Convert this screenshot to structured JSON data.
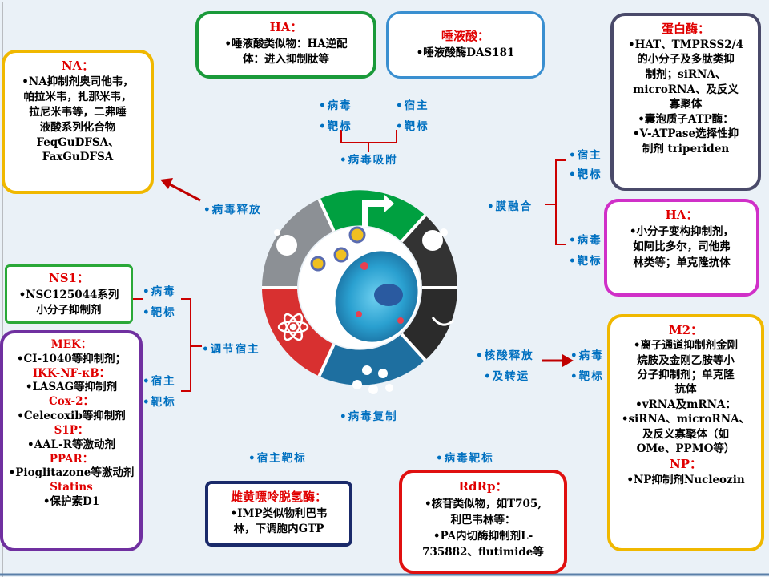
{
  "top": {
    "ha": {
      "title": "HA：",
      "lines": [
        "•唾液酸类似物：HA逆配",
        "体：进入抑制肽等"
      ]
    },
    "sialic": {
      "title": "唾液酸：",
      "lines": [
        "•唾液酸酶DAS181"
      ]
    }
  },
  "protease": {
    "title": "蛋白酶：",
    "lines": [
      "•HAT、TMPRSS2/4",
      "的小分子及多肽类抑",
      "制剂；siRNA、",
      "microRNA、及反义",
      "寡聚体",
      "•囊泡质子ATP酶：",
      "•V-ATPase选择性抑",
      "制剂 triperiden"
    ]
  },
  "ha_right": {
    "title": "HA：",
    "lines": [
      "•小分子变构抑制剂，",
      "如阿比多尔，司他弗",
      "林类等；单克隆抗体"
    ]
  },
  "na": {
    "title": "NA：",
    "lines": [
      "•NA抑制剂奥司他韦，",
      "帕拉米韦，扎那米韦，",
      "拉尼米韦等，二弗唾",
      "液酸系列化合物",
      "FeqGuDFSA、",
      "FaxGuDFSA"
    ]
  },
  "ns1": {
    "title": "NS1：",
    "lines": [
      "•NSC125044系列",
      "小分子抑制剂"
    ]
  },
  "host": {
    "items": [
      {
        "title": "MEK：",
        "text": "•CI-1040等抑制剂；"
      },
      {
        "title": "IKK-NF-κB：",
        "text": "•LASAG等抑制剂"
      },
      {
        "title": "Cox-2：",
        "text": "•Celecoxib等抑制剂"
      },
      {
        "title": "S1P：",
        "text": "•AAL-R等激动剂"
      },
      {
        "title": "PPAR：",
        "text": "•Pioglitazone等激动剂"
      },
      {
        "title": "Statins",
        "text": "•保护素D1"
      }
    ]
  },
  "m2": {
    "title": "M2：",
    "lines": [
      "•离子通道抑制剂金刚",
      "烷胺及金刚乙胺等小",
      "分子抑制剂；单克隆",
      "抗体"
    ],
    "title2": "•vRNA及mRNA：",
    "lines2": [
      "•siRNA、microRNA、",
      "及反义寡聚体（如",
      "OMe、PPMO等）"
    ],
    "title3": "NP：",
    "lines3": [
      "•NP抑制剂Nucleozin"
    ]
  },
  "impdh": {
    "title": "雌黄嘌呤脱氢酶：",
    "lines": [
      "•IMP类似物利巴韦",
      "林，下调胞内GTP"
    ]
  },
  "rdrp": {
    "title": "RdRp：",
    "lines": [
      "•核苷类似物，如T705,",
      "利巴韦林等：",
      "•PA内切酶抑制剂L-",
      "735882、flutimide等"
    ]
  },
  "stages": {
    "attach": "•病毒吸附",
    "fusion": "•膜融合",
    "release_nuc": "•核酸释放",
    "transport": "•及转运",
    "replicate": "•病毒复制",
    "regulate": "•调节宿主",
    "release": "•病毒释放"
  },
  "targets": {
    "virus": "•病毒",
    "target": "•靶标",
    "host": "•宿主",
    "host_target": "•宿主靶标",
    "virus_target": "•病毒靶标"
  },
  "colors": {
    "green": "#00a040",
    "dark": "#333333",
    "blue_seg": "#1e6fa0",
    "red_seg": "#d83030",
    "gray_seg": "#8c9095",
    "label": "#0070c0",
    "accent": "#e00000"
  }
}
